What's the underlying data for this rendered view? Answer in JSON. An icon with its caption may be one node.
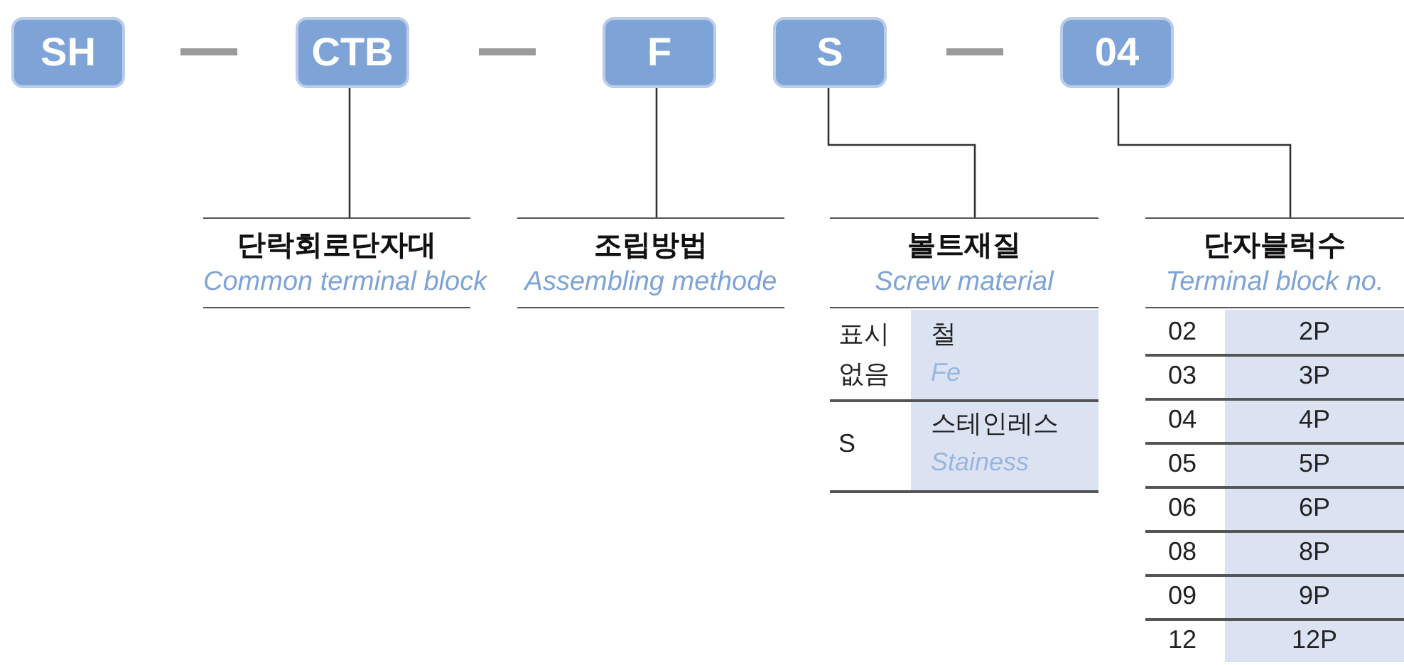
{
  "diagram": {
    "nodes": [
      {
        "text": [
          "SH"
        ]
      },
      {
        "text": [
          "CTB"
        ]
      },
      {
        "text": [
          "F"
        ]
      },
      {
        "text": [
          "S"
        ]
      },
      {
        "text": [
          "04"
        ]
      },
      {
        "text": [
          "단락회로단자대",
          "Common terminal block"
        ]
      },
      {
        "text": [
          "조립방법",
          "Assembling methode"
        ]
      },
      {
        "text": [
          "볼트재질",
          "Screw material"
        ]
      },
      {
        "text": [
          "단자블럭수",
          "Terminal block no."
        ]
      }
    ],
    "edges": [
      {
        "from": 1,
        "to": 5,
        "arrow": "none"
      },
      {
        "from": 2,
        "to": 6,
        "arrow": "none"
      },
      {
        "from": 3,
        "to": 7,
        "arrow": "none"
      },
      {
        "from": 4,
        "to": 8,
        "arrow": "none"
      }
    ],
    "labels": [
      "표시 없음",
      "철",
      "Fe",
      "S",
      "스테인레스",
      "Stainess",
      "02",
      "2P",
      "03",
      "3P",
      "04",
      "4P",
      "05",
      "5P",
      "06",
      "6P",
      "08",
      "8P",
      "09",
      "9P",
      "12",
      "12P"
    ]
  }
}
